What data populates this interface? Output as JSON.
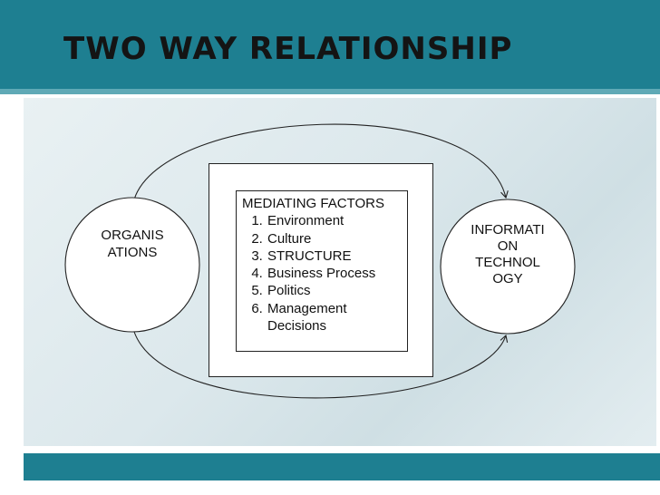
{
  "slide": {
    "title": "TWO WAY RELATIONSHIP"
  },
  "diagram": {
    "left_node": {
      "label_lines": [
        "ORGANIS",
        "ATIONS"
      ]
    },
    "right_node": {
      "label_lines": [
        "INFORMATI",
        "ON",
        "TECHNOL",
        "OGY"
      ]
    },
    "mediating_factors": {
      "heading": "MEDIATING FACTORS",
      "items": [
        "Environment",
        "Culture",
        "STRUCTURE",
        "Business Process",
        "Politics",
        "Management Decisions"
      ]
    }
  },
  "colors": {
    "header_band": "#1e7f91",
    "content_panel": "#dce8ec"
  }
}
